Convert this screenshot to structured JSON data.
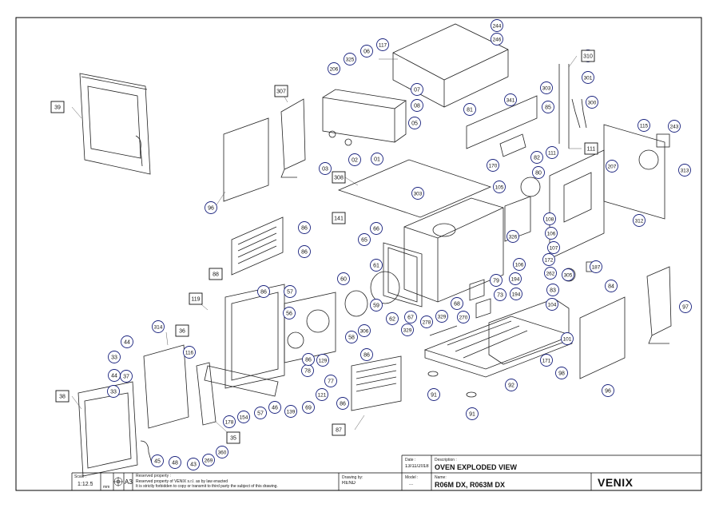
{
  "drawing": {
    "description_label": "Description :",
    "description": "OVEN EXPLODED VIEW",
    "date_label": "Date :",
    "date": "13/11/2018",
    "name_label": "Name:",
    "name": "R06M DX, R063M DX",
    "model_label": "Model :",
    "model": "...",
    "drawing_by_label": "Drawing by:",
    "drawing_by": "REND",
    "scale_label": "Scale :",
    "scale": "1:12.5",
    "unit": "mm",
    "sheet_size": "A3",
    "reserved_label": "Reserved property :",
    "reserved_line1": "Reserved property of  VENIX s.r.l.  as by law enacted",
    "reserved_line2": "It is strictly forbidden to copy or transmit to third party the subject of this drawing.",
    "brand": "VENIX"
  },
  "callouts": {
    "round": [
      "244",
      "246",
      "117",
      "06",
      "325",
      "206",
      "07",
      "08",
      "05",
      "01",
      "02",
      "03",
      "81",
      "341",
      "303",
      "85",
      "82",
      "170",
      "310",
      "301",
      "300",
      "111",
      "115",
      "243",
      "313",
      "207",
      "312",
      "80",
      "303",
      "105",
      "108",
      "106",
      "107",
      "106",
      "172",
      "194",
      "262",
      "305",
      "187",
      "83",
      "84",
      "194",
      "104",
      "101",
      "98",
      "171",
      "92",
      "91",
      "91",
      "329",
      "278",
      "270",
      "68",
      "73",
      "79",
      "326",
      "66",
      "65",
      "61",
      "60",
      "59",
      "62",
      "67",
      "329",
      "306",
      "58",
      "57",
      "56",
      "129",
      "86",
      "86",
      "86",
      "86",
      "86",
      "96",
      "96",
      "97",
      "314",
      "44",
      "33",
      "37",
      "44",
      "33",
      "45",
      "48",
      "43",
      "269",
      "360",
      "178",
      "154",
      "57",
      "46",
      "139",
      "69",
      "121",
      "77",
      "78",
      "86",
      "116"
    ],
    "boxed": [
      "39",
      "307",
      "308",
      "141",
      "88",
      "36",
      "38",
      "87",
      "35",
      "119",
      "310",
      "111"
    ]
  }
}
